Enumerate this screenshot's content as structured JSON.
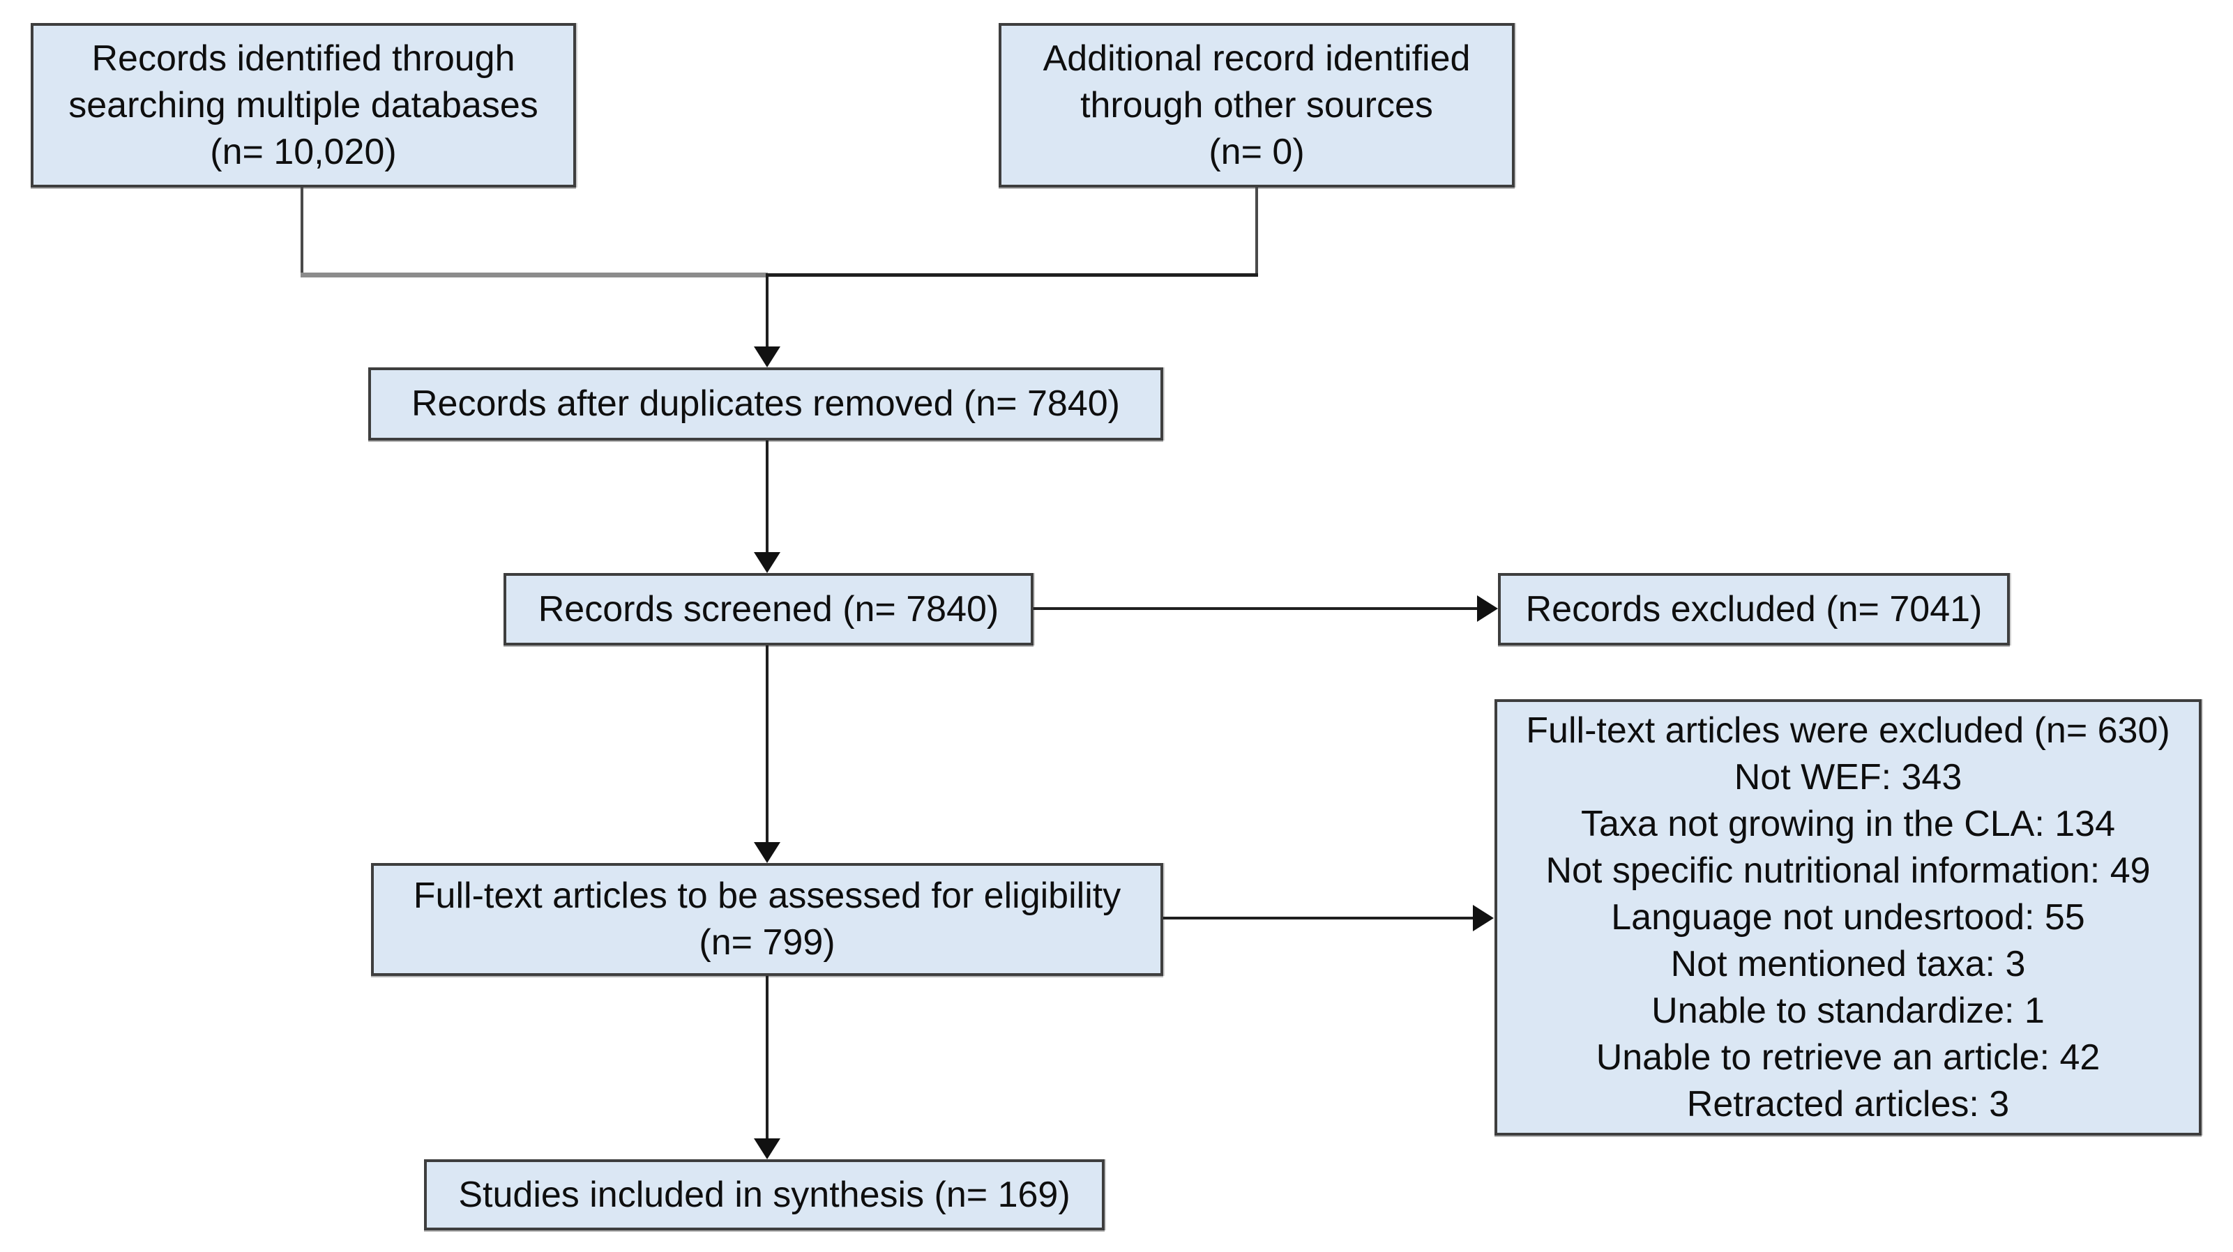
{
  "diagram": {
    "type": "prisma-flowchart",
    "colors": {
      "box_fill": "#dbe7f4",
      "box_border": "#3e3e3e",
      "arrow": "#111111",
      "text": "#0e0e0e",
      "background": "#ffffff"
    },
    "boxes": {
      "identified_databases": {
        "label": "Records identified through\nsearching multiple databases\n(n= 10,020)"
      },
      "identified_other": {
        "label": "Additional record identified\nthrough other sources\n(n= 0)"
      },
      "duplicates_removed": {
        "label": "Records after duplicates removed (n= 7840)"
      },
      "records_screened": {
        "label": "Records screened (n= 7840)"
      },
      "records_excluded": {
        "label": "Records excluded (n= 7041)"
      },
      "fulltext_assessed": {
        "label": "Full-text articles to be assessed for eligibility\n(n= 799)"
      },
      "fulltext_excluded": {
        "title": "Full-text articles were excluded (n= 630)",
        "reasons": [
          "Not WEF: 343",
          "Taxa not growing in the CLA: 134",
          "Not specific nutritional information: 49",
          "Language not undesrtood: 55",
          "Not mentioned taxa: 3",
          "Unable to standardize: 1",
          "Unable to retrieve an article: 42",
          "Retracted articles: 3"
        ]
      },
      "studies_included": {
        "label": "Studies included in synthesis (n= 169)"
      }
    }
  }
}
